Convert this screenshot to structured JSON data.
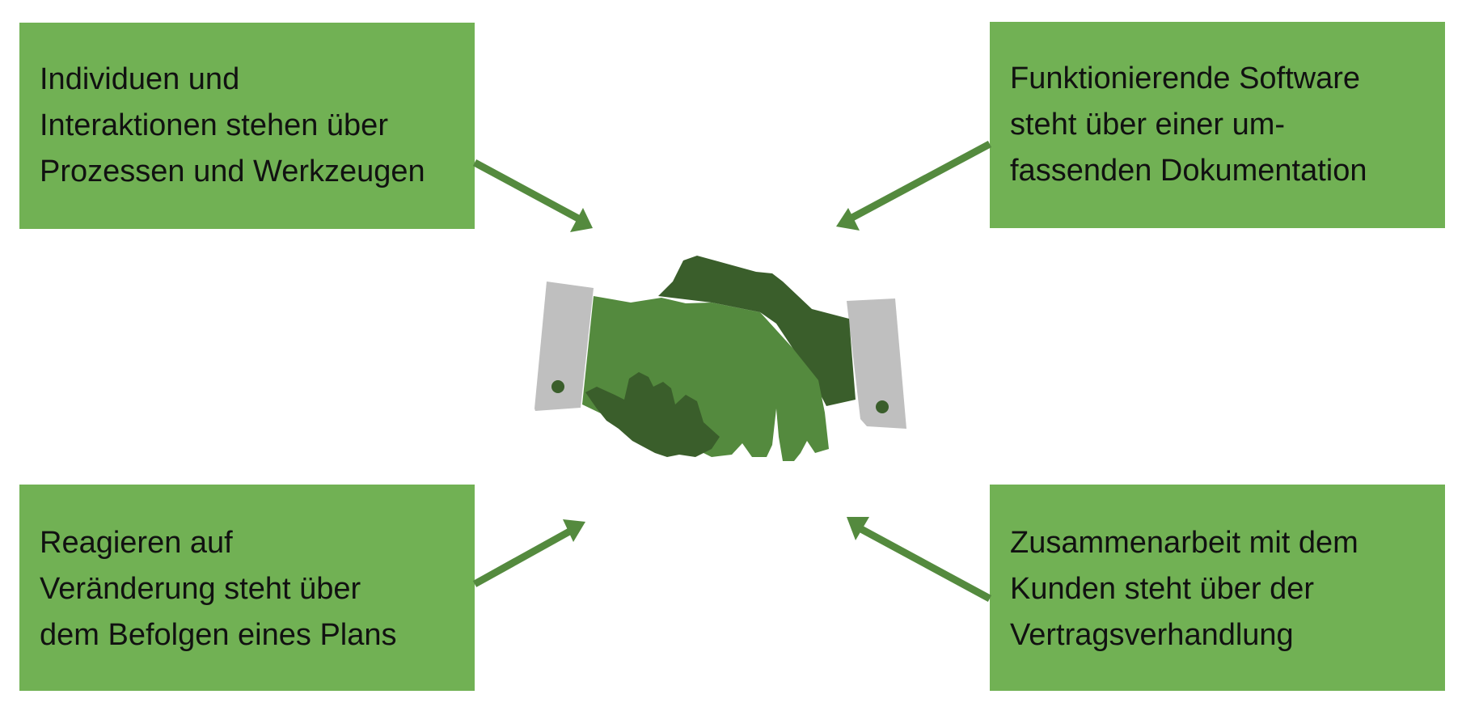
{
  "colors": {
    "box_fill": "#71b154",
    "arrow": "#548a3e",
    "hand_light": "#548a3e",
    "hand_dark": "#3a5e2b",
    "cuff": "#bfbfbf",
    "text": "#111111"
  },
  "boxes": {
    "top_left": {
      "lines": [
        "Individuen und",
        "Interaktionen stehen über",
        "Prozessen und Werkzeugen"
      ]
    },
    "top_right": {
      "lines": [
        "Funktionierende Software",
        "steht über einer um-",
        "fassenden Dokumentation"
      ]
    },
    "bottom_left": {
      "lines": [
        "Reagieren auf",
        "Veränderung steht über",
        "dem Befolgen eines Plans"
      ]
    },
    "bottom_right": {
      "lines": [
        "Zusammenarbeit mit dem",
        "Kunden steht über der",
        "Vertragsverhandlung"
      ]
    }
  },
  "center_icon": "handshake-icon"
}
